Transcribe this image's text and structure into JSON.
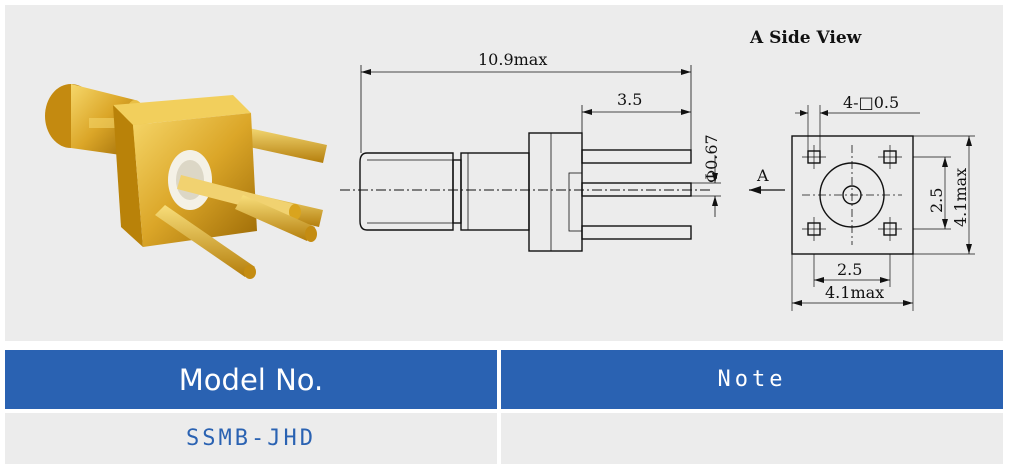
{
  "drawing": {
    "side_view_title": "A Side View",
    "dim_overall_length": "10.9max",
    "dim_pin_length": "3.5",
    "dim_pin_diameter": "Φ0.67",
    "view_arrow_label": "A",
    "dim_pin_square": "4-□0.5",
    "dim_pitch_horizontal": "2.5",
    "dim_width_horizontal": "4.1max",
    "dim_pitch_vertical": "2.5",
    "dim_height_vertical": "4.1max",
    "colors": {
      "gold": "#d9a41e",
      "gold_dark": "#a8740a",
      "line": "#111111",
      "panel": "#ececec"
    }
  },
  "table": {
    "header_model": "Model No.",
    "header_note": "Note",
    "model_value": "SSMB-JHD",
    "note_value": "",
    "colors": {
      "header_bg": "#2a62b2",
      "header_text": "#ffffff",
      "value_text": "#2a62b2"
    }
  }
}
